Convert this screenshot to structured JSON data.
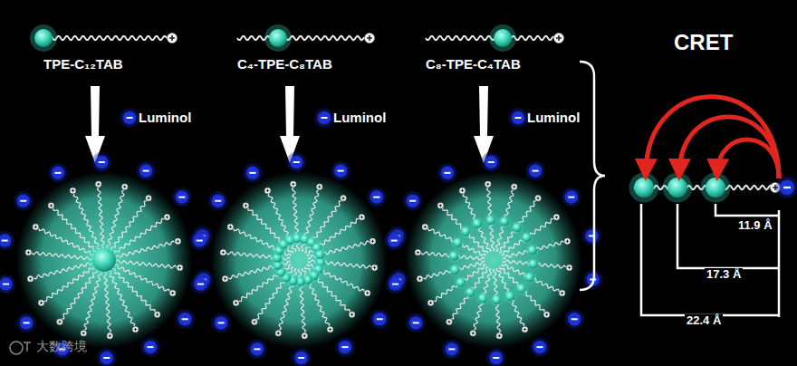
{
  "diagram": {
    "labels": [
      "TPE-C₁₂TAB",
      "C₄-TPE-C₈TAB",
      "C₈-TPE-C₄TAB",
      "Luminol",
      "Luminol",
      "Luminol",
      "CRET",
      "11.9 Å",
      "17.3 Å",
      "22.4 Å",
      "大数跨境"
    ]
  }
}
